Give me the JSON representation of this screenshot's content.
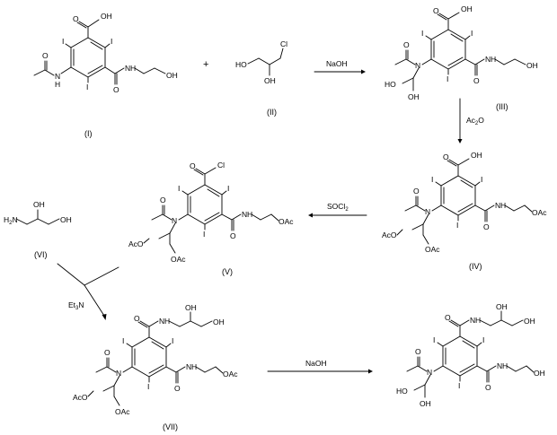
{
  "compounds": {
    "I": {
      "label": "(I)",
      "atoms": {
        "oh": "OH",
        "o": "O",
        "i1": "I",
        "i2": "I",
        "i3": "I",
        "nh1": "N",
        "h1": "H",
        "nh2": "N",
        "h2": "H",
        "o2": "O",
        "o3": "O",
        "ohend": "OH"
      }
    },
    "II": {
      "label": "(II)",
      "atoms": {
        "ho": "HO",
        "oh": "OH",
        "cl": "Cl"
      }
    },
    "III": {
      "label": "(III)",
      "atoms": {
        "oh": "OH",
        "o": "O",
        "i1": "I",
        "i2": "I",
        "i3": "I",
        "n": "N",
        "o2": "O",
        "o3": "O",
        "nh": "N",
        "h": "H",
        "ohend": "OH",
        "ho": "HO",
        "oh2": "OH"
      }
    },
    "IV": {
      "label": "(IV)",
      "atoms": {
        "oh": "OH",
        "o": "O",
        "i1": "I",
        "i2": "I",
        "i3": "I",
        "n": "N",
        "o2": "O",
        "o3": "O",
        "nh": "N",
        "h": "H",
        "oac1": "OAc",
        "aco": "AcO",
        "oac2": "OAc"
      }
    },
    "V": {
      "label": "(V)",
      "atoms": {
        "cl": "Cl",
        "o": "O",
        "i1": "I",
        "i2": "I",
        "i3": "I",
        "n": "N",
        "o2": "O",
        "o3": "O",
        "nh": "N",
        "h": "H",
        "oac1": "OAc",
        "aco": "AcO",
        "oac2": "OAc"
      }
    },
    "VI": {
      "label": "(VI)",
      "atoms": {
        "h2n": "H",
        "n2": "2",
        "nn": "N",
        "oh1": "OH",
        "oh2": "OH"
      }
    },
    "VII": {
      "label": "(VII)",
      "atoms": {
        "o1": "O",
        "nh1": "N",
        "h1": "H",
        "oh1": "OH",
        "oh2": "OH",
        "i1": "I",
        "i2": "I",
        "i3": "I",
        "n": "N",
        "o2": "O",
        "o3": "O",
        "nh2": "N",
        "h2": "H",
        "oac1": "OAc",
        "aco": "AcO",
        "oac2": "OAc"
      }
    },
    "VIII": {
      "atoms": {
        "o1": "O",
        "nh1": "N",
        "h1": "H",
        "oh1": "OH",
        "oh2": "OH",
        "i1": "I",
        "i2": "I",
        "i3": "I",
        "n": "N",
        "o2": "O",
        "o3": "O",
        "nh2": "N",
        "h2": "H",
        "ohend": "OH",
        "ho": "HO",
        "oh3": "OH"
      }
    }
  },
  "plus": "+",
  "reagents": {
    "step1": "NaOH",
    "step2_base": "Ac",
    "step2_sub": "2",
    "step2_tail": "O",
    "step3_base": "SOCl",
    "step3_sub": "2",
    "step4_base": "Et",
    "step4_sub": "3",
    "step4_tail": "N",
    "step5": "NaOH"
  }
}
